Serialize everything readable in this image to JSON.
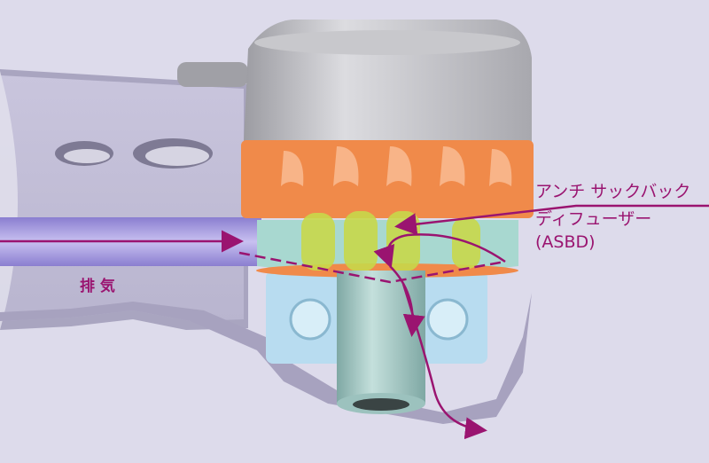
{
  "labels": {
    "asbd_line1": "アンチ サックバック",
    "asbd_line2": "ディフューザー",
    "asbd_line3": "(ASBD)",
    "exhaust": "排 気"
  },
  "colors": {
    "background": "#dddbeb",
    "arrow": "#9a1470",
    "turbine": "#f08a4a",
    "diffuser": "#a8d8d0",
    "diffuser_blades": "#c8d84a",
    "bearing": "#b8dcf0",
    "head_metal": "#b8b8bc"
  }
}
